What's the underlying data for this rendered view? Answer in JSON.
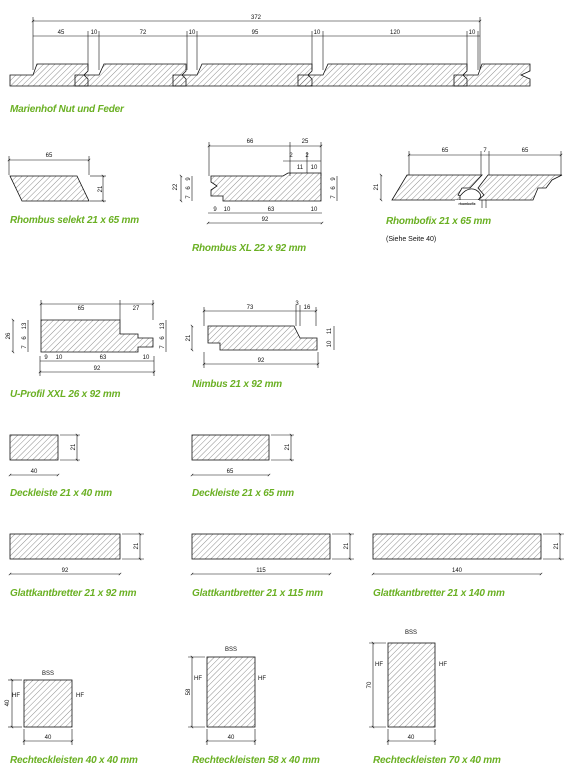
{
  "colors": {
    "caption": "#6ab023",
    "line": "#111111"
  },
  "captions": {
    "marienhof": "Marienhof Nut und Feder",
    "rhombus_selekt": "Rhombus selekt 21 x 65 mm",
    "rhombus_xl": "Rhombus XL 22 x 92 mm",
    "rhombofix": "Rhombofix 21 x 65 mm",
    "rhombofix_note": "(Siehe Seite 40)",
    "u_profil": "U-Profil XXL 26 x 92 mm",
    "nimbus": "Nimbus 21 x 92 mm",
    "deckleiste_40": "Deckleiste 21 x 40 mm",
    "deckleiste_65": "Deckleiste 21 x 65 mm",
    "glatt_92": "Glattkantbretter 21 x 92 mm",
    "glatt_115": "Glattkantbretter 21 x 115 mm",
    "glatt_140": "Glattkantbretter 21 x 140 mm",
    "recht_40": "Rechteckleisten 40 x 40 mm",
    "recht_58": "Rechteckleisten 58 x 40 mm",
    "recht_70": "Rechteckleisten 70 x 40 mm"
  },
  "dims": {
    "marienhof": {
      "total": "372",
      "segments": [
        "45",
        "10",
        "72",
        "10",
        "95",
        "10",
        "120",
        "10"
      ]
    },
    "rhombus_selekt": {
      "width": "65",
      "height": "21"
    },
    "rhombus_xl": {
      "top_a": "66",
      "top_b": "25",
      "d2a": "2",
      "d2b": "2",
      "d11": "11",
      "d10": "10",
      "left_total": "22",
      "left_a": "7",
      "left_b": "6",
      "left_c": "9",
      "right_a": "7",
      "right_b": "6",
      "right_c": "9",
      "b9": "9",
      "b10": "10",
      "b63": "63",
      "b10r": "10",
      "total": "92"
    },
    "rhombofix": {
      "w1": "65",
      "gap": "7",
      "w2": "65",
      "height": "21",
      "logo": "rhombofix"
    },
    "u_profil": {
      "top_a": "65",
      "top_b": "27",
      "left_total": "26",
      "left_a": "13",
      "left_b": "6",
      "left_c": "7",
      "right_a": "13",
      "right_b": "6",
      "right_c": "7",
      "b9": "9",
      "b10": "10",
      "b63": "63",
      "b10r": "10",
      "total": "92"
    },
    "nimbus": {
      "top_a": "73",
      "top_b": "3",
      "top_c": "16",
      "height": "21",
      "r1": "11",
      "r2": "10",
      "total": "92"
    },
    "deckleiste_40": {
      "width": "40",
      "height": "21"
    },
    "deckleiste_65": {
      "width": "65",
      "height": "21"
    },
    "glatt_92": {
      "width": "92",
      "height": "21"
    },
    "glatt_115": {
      "width": "115",
      "height": "21"
    },
    "glatt_140": {
      "width": "140",
      "height": "21"
    },
    "recht_40": {
      "width": "40",
      "height": "40",
      "top": "BSS",
      "left": "HF",
      "right": "HF"
    },
    "recht_58": {
      "width": "40",
      "height": "58",
      "top": "BSS",
      "left": "HF",
      "right": "HF"
    },
    "recht_70": {
      "width": "40",
      "height": "70",
      "top": "BSS",
      "left": "HF",
      "right": "HF"
    }
  }
}
